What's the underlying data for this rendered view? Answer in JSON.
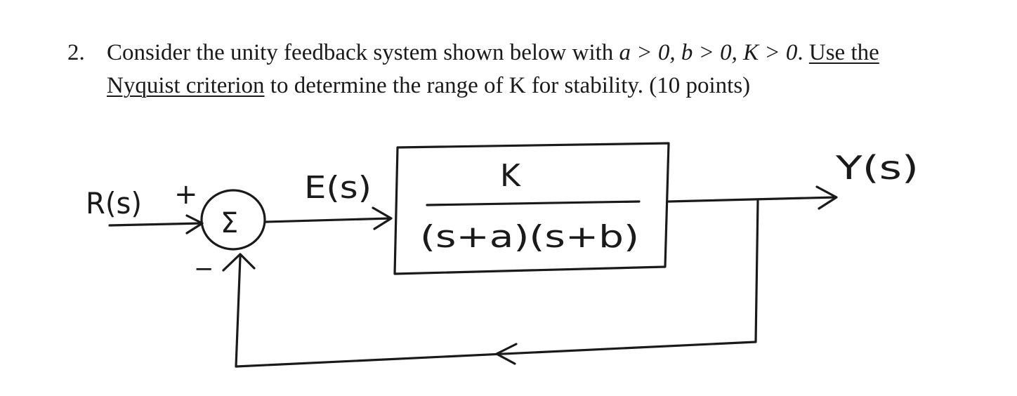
{
  "question": {
    "number": "2.",
    "line1_text": "Consider the unity feedback system shown below with ",
    "line1_math": "a > 0, b > 0, K > 0",
    "line1_period": ". ",
    "line1_underlined": "Use the",
    "line2_underlined": "Nyquist criterion",
    "line2_text": " to determine the range of K for stability. (10 points)"
  },
  "diagram": {
    "input_label": "R(s)",
    "plus_sign": "+",
    "minus_sign": "−",
    "summer_symbol": "Σ",
    "error_label": "E(s)",
    "plant_numerator": "K",
    "plant_denominator": "(s+a)(s+b)",
    "output_label": "Y(s)"
  }
}
